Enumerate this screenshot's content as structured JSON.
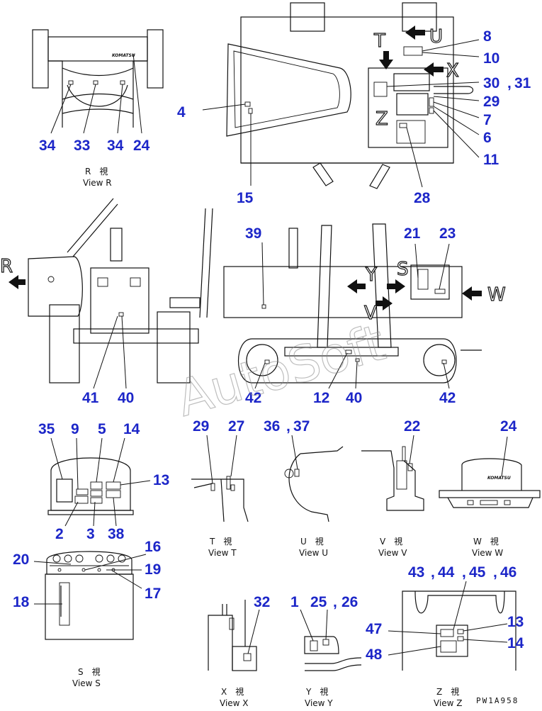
{
  "callouts": {
    "c1": "1",
    "c2": "2",
    "c3": "3",
    "c4": "4",
    "c5": "5",
    "c6": "6",
    "c7": "7",
    "c8": "8",
    "c9": "9",
    "c10": "10",
    "c11": "11",
    "c12": "12",
    "c13": "13",
    "c13b": "13",
    "c14": "14",
    "c14b": "14",
    "c15": "15",
    "c16": "16",
    "c17": "17",
    "c18": "18",
    "c19": "19",
    "c20": "20",
    "c21": "21",
    "c22": "22",
    "c23": "23",
    "c24": "24",
    "c24b": "24",
    "c25": "25",
    "c26": "26",
    "c27": "27",
    "c28": "28",
    "c29": "29",
    "c29b": "29",
    "c30": "30",
    "c31": "31",
    "c32": "32",
    "c33": "33",
    "c34a": "34",
    "c34b": "34",
    "c35": "35",
    "c36": "36",
    "c37": "37",
    "c38": "38",
    "c39": "39",
    "c40a": "40",
    "c40b": "40",
    "c41": "41",
    "c42a": "42",
    "c42b": "42",
    "c43": "43",
    "c44": "44",
    "c45": "45",
    "c46": "46",
    "c47": "47",
    "c48": "48"
  },
  "separators": {
    "s1": ",",
    "s2": ",",
    "s3": ",",
    "s4": ",",
    "s5": ",",
    "s6": ","
  },
  "view_letters": {
    "T": "T",
    "U": "U",
    "X": "X",
    "Z": "Z",
    "R": "R",
    "Y": "Y",
    "S": "S",
    "V": "V",
    "W": "W"
  },
  "captions": {
    "R": {
      "jp": "R　視",
      "en": "View R"
    },
    "T": {
      "jp": "T　視",
      "en": "View T"
    },
    "U": {
      "jp": "U　視",
      "en": "View U"
    },
    "V": {
      "jp": "V　視",
      "en": "View V"
    },
    "W": {
      "jp": "W　視",
      "en": "View W"
    },
    "S": {
      "jp": "S　視",
      "en": "View S"
    },
    "X": {
      "jp": "X　視",
      "en": "View X"
    },
    "Y": {
      "jp": "Y　視",
      "en": "View Y"
    },
    "Z": {
      "jp": "Z　視",
      "en": "View Z"
    }
  },
  "drawing_code": "PW1A958",
  "brand_mark": "KOMATSU",
  "watermark": "AutoSoft",
  "colors": {
    "callout": "#1c26c8",
    "line": "#111111",
    "background": "#ffffff"
  }
}
